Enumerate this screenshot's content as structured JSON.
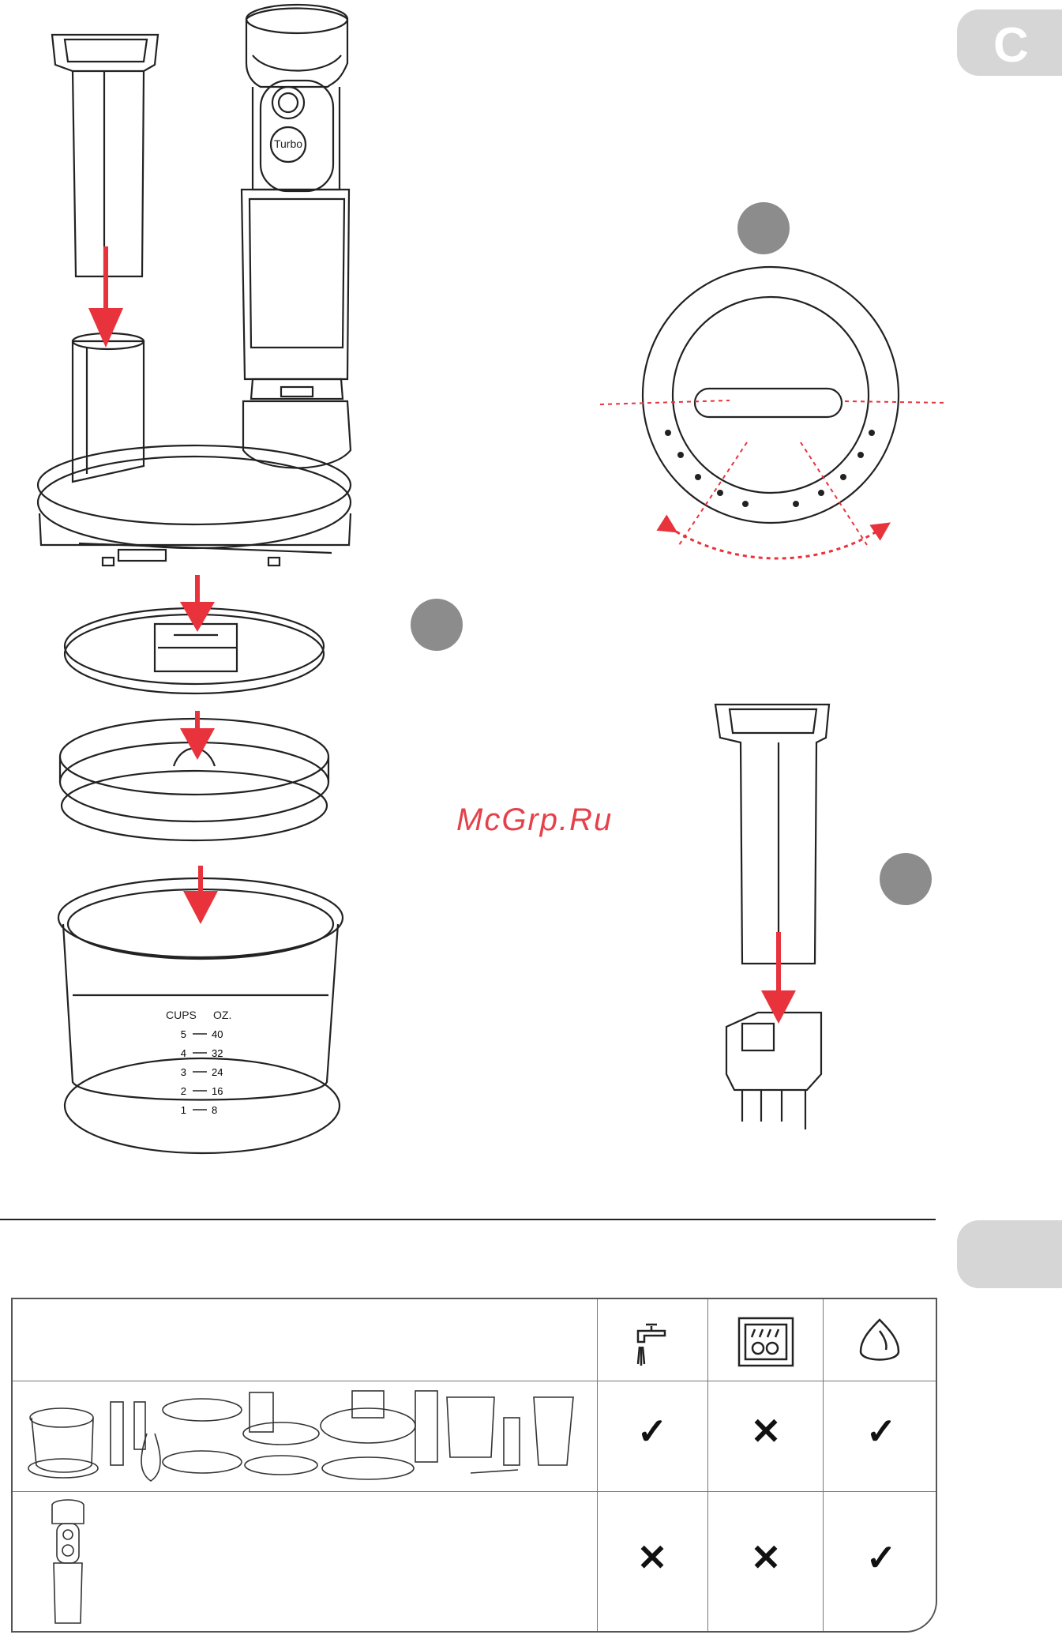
{
  "tabs": {
    "top_letter": "C"
  },
  "watermark": "McGrp.Ru",
  "figures": {
    "motor": {
      "button_speed_label": "",
      "button_turbo_label": "Turbo"
    },
    "bowl": {
      "cups_label": "CUPS",
      "oz_label": "OZ.",
      "scale": [
        {
          "cups": "5",
          "oz": "40"
        },
        {
          "cups": "4",
          "oz": "32"
        },
        {
          "cups": "3",
          "oz": "24"
        },
        {
          "cups": "2",
          "oz": "16"
        },
        {
          "cups": "1",
          "oz": "8"
        }
      ]
    }
  },
  "care_table": {
    "headers": [
      "tap-icon",
      "dishwasher-icon",
      "cloth-icon"
    ],
    "rows": [
      {
        "item": "accessories",
        "tap": "✓",
        "dishwasher": "✕",
        "cloth": "✓"
      },
      {
        "item": "motor-unit",
        "tap": "✕",
        "dishwasher": "✕",
        "cloth": "✓"
      }
    ]
  },
  "colors": {
    "arrow_red": "#e8333c",
    "badge_gray": "#8c8c8c",
    "tab_gray": "#d6d6d6"
  }
}
